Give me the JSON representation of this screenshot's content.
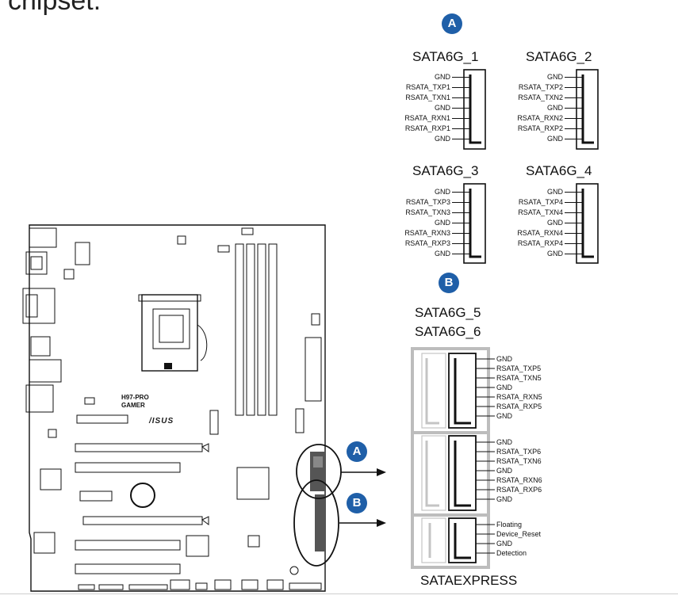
{
  "page": {
    "title": "chipset."
  },
  "badges": {
    "a": "A",
    "b": "B"
  },
  "connectors": [
    {
      "name": "SATA6G_1",
      "pins": [
        "GND",
        "RSATA_TXP1",
        "RSATA_TXN1",
        "GND",
        "RSATA_RXN1",
        "RSATA_RXP1",
        "GND"
      ]
    },
    {
      "name": "SATA6G_2",
      "pins": [
        "GND",
        "RSATA_TXP2",
        "RSATA_TXN2",
        "GND",
        "RSATA_RXN2",
        "RSATA_RXP2",
        "GND"
      ]
    },
    {
      "name": "SATA6G_3",
      "pins": [
        "GND",
        "RSATA_TXP3",
        "RSATA_TXN3",
        "GND",
        "RSATA_RXN3",
        "RSATA_RXP3",
        "GND"
      ]
    },
    {
      "name": "SATA6G_4",
      "pins": [
        "GND",
        "RSATA_TXP4",
        "RSATA_TXN4",
        "GND",
        "RSATA_RXN4",
        "RSATA_RXP4",
        "GND"
      ]
    }
  ],
  "express": {
    "headers": [
      "SATA6G_5",
      "SATA6G_6"
    ],
    "groups": [
      [
        "GND",
        "RSATA_TXP5",
        "RSATA_TXN5",
        "GND",
        "RSATA_RXN5",
        "RSATA_RXP5",
        "GND"
      ],
      [
        "GND",
        "RSATA_TXP6",
        "RSATA_TXN6",
        "GND",
        "RSATA_RXN6",
        "RSATA_RXP6",
        "GND"
      ],
      [
        "Floating",
        "Device_Reset",
        "GND",
        "Detection"
      ]
    ],
    "label": "SATAEXPRESS"
  },
  "board": {
    "model_line1": "H97-PRO",
    "model_line2": "GAMER",
    "brand": "/ISUS"
  }
}
